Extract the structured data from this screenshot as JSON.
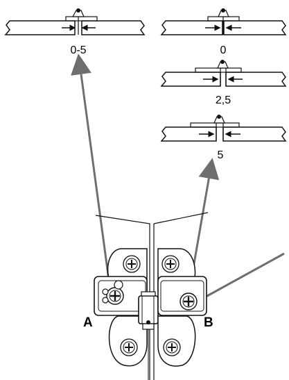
{
  "diagram": {
    "detail_labels": [
      "0-5",
      "0",
      "2,5",
      "5"
    ],
    "hinge_labels": [
      "A",
      "B"
    ],
    "colors": {
      "line": "#111111",
      "arrow": "#6e6e6e"
    }
  }
}
